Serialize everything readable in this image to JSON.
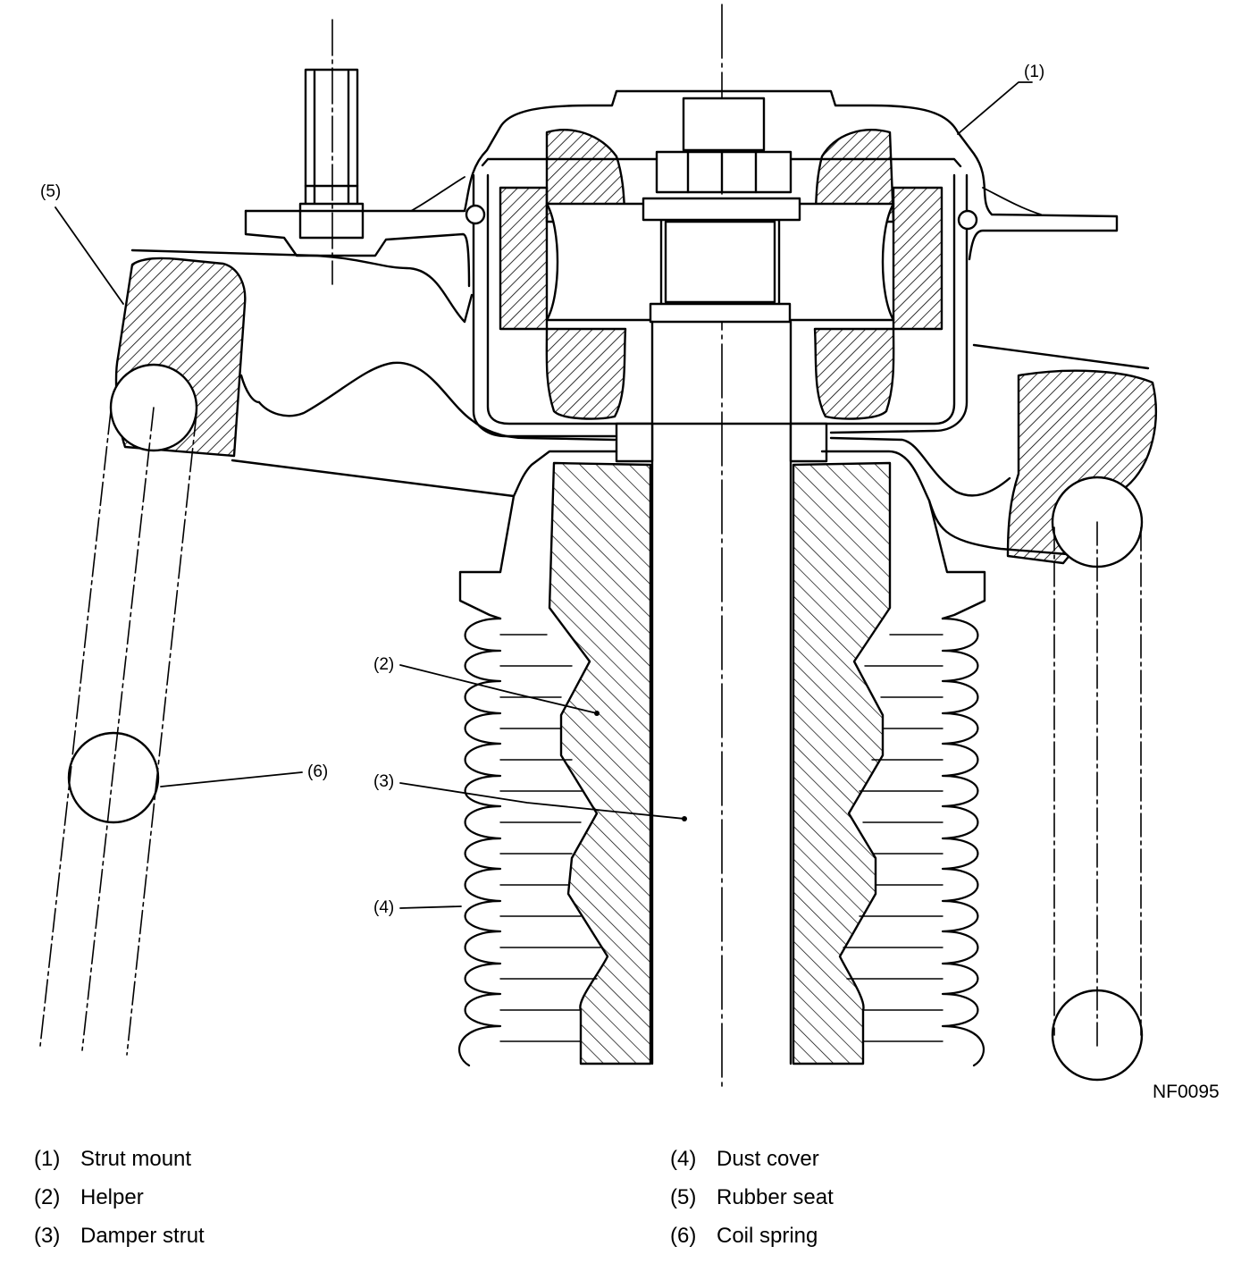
{
  "figure_id": "NF0095",
  "callouts": {
    "c1": "(1)",
    "c2": "(2)",
    "c3": "(3)",
    "c4": "(4)",
    "c5": "(5)",
    "c6": "(6)"
  },
  "legend": [
    {
      "num": "(1)",
      "text": "Strut mount"
    },
    {
      "num": "(2)",
      "text": "Helper"
    },
    {
      "num": "(3)",
      "text": "Damper strut"
    },
    {
      "num": "(4)",
      "text": "Dust cover"
    },
    {
      "num": "(5)",
      "text": "Rubber seat"
    },
    {
      "num": "(6)",
      "text": "Coil spring"
    }
  ],
  "colors": {
    "line": "#000000",
    "background": "#ffffff"
  }
}
